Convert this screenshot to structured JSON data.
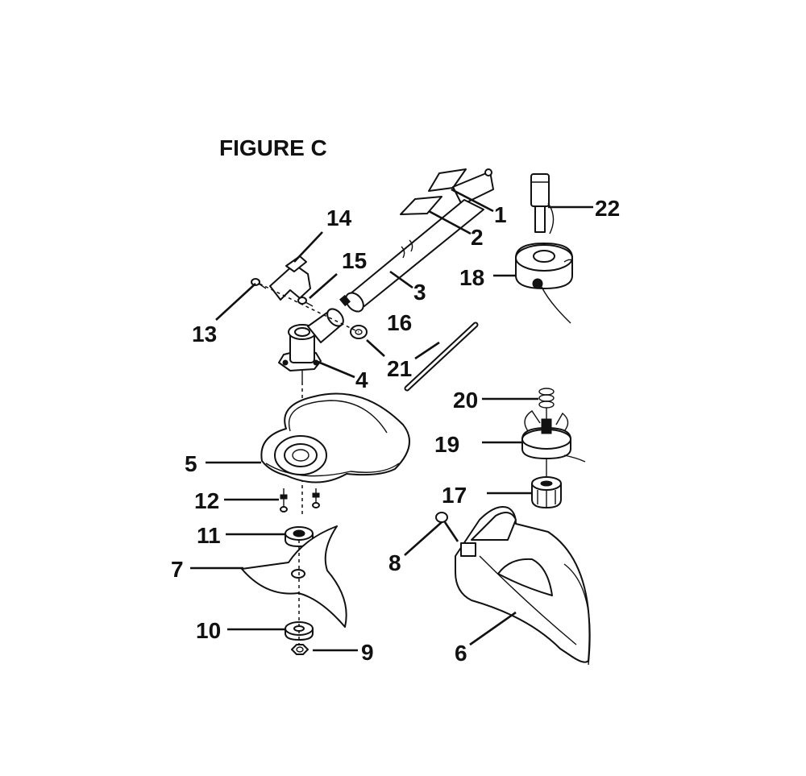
{
  "figure": {
    "title": "FIGURE C"
  },
  "callouts": [
    "1",
    "2",
    "3",
    "4",
    "5",
    "6",
    "7",
    "8",
    "9",
    "10",
    "11",
    "12",
    "13",
    "14",
    "15",
    "16",
    "17",
    "18",
    "19",
    "20",
    "21",
    "22"
  ]
}
